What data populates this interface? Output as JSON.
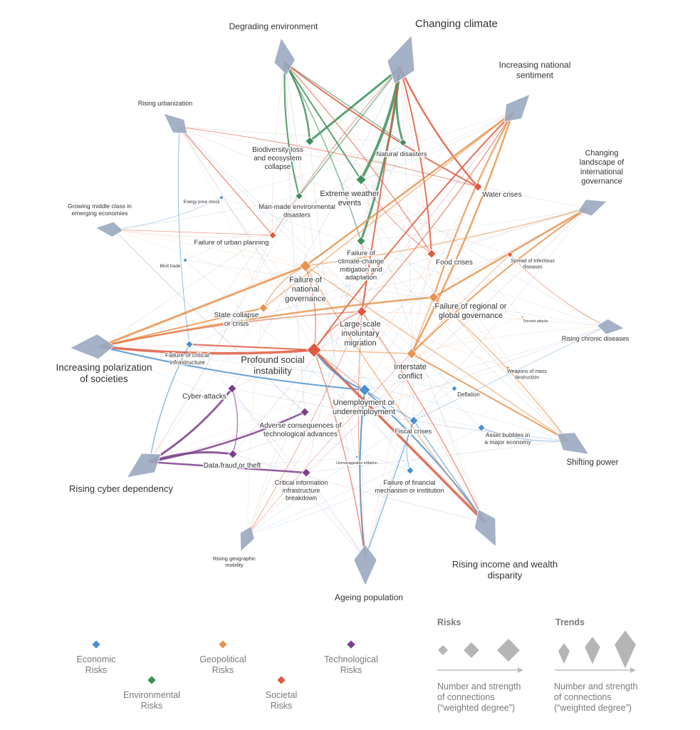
{
  "trends": [
    {
      "id": "T1",
      "label": "Changing climate",
      "size": 15
    },
    {
      "id": "T2",
      "label": "Degrading environment",
      "size": 11
    },
    {
      "id": "T3",
      "label": "Increasing national\nsentiment",
      "size": 11
    },
    {
      "id": "T4",
      "label": "Rising urbanization",
      "size": 9
    },
    {
      "id": "T5",
      "label": "Changing\nlandscape of\ninternational\ngovernance",
      "size": 9
    },
    {
      "id": "T6",
      "label": "Growing middle class in\nemerging economies",
      "size": 8
    },
    {
      "id": "T7",
      "label": "Rising chronic diseases",
      "size": 8
    },
    {
      "id": "T8",
      "label": "Increasing polarization\nof societies",
      "size": 13
    },
    {
      "id": "T9",
      "label": "Shifting power",
      "size": 11
    },
    {
      "id": "T10",
      "label": "Rising cyber dependency",
      "size": 12
    },
    {
      "id": "T11",
      "label": "Rising income and wealth\ndisparity",
      "size": 12
    },
    {
      "id": "T12",
      "label": "Rising geographic\nmobility",
      "size": 8
    },
    {
      "id": "T13",
      "label": "Ageing population",
      "size": 12
    }
  ],
  "risks": [
    {
      "id": "R1",
      "label": "Biodiversity loss\nand ecosystem\ncollapse",
      "cat": "env",
      "size": 6
    },
    {
      "id": "R2",
      "label": "Natural disasters",
      "cat": "env",
      "size": 5
    },
    {
      "id": "R3",
      "label": "Extreme weather\nevents",
      "cat": "env",
      "size": 7
    },
    {
      "id": "R4",
      "label": "Man-made environmental\ndisasters",
      "cat": "env",
      "size": 5
    },
    {
      "id": "R5",
      "label": "Failure of\nclimate-change\nmitigation and\nadaptation",
      "cat": "env",
      "size": 6
    },
    {
      "id": "R6",
      "label": "Water crises",
      "cat": "soc",
      "size": 6
    },
    {
      "id": "R7",
      "label": "Energy price shock",
      "cat": "eco",
      "size": 3
    },
    {
      "id": "R8",
      "label": "Failure of urban planning",
      "cat": "soc",
      "size": 5
    },
    {
      "id": "R9",
      "label": "Food crises",
      "cat": "soc",
      "size": 6
    },
    {
      "id": "R10",
      "label": "Spread of infectious\ndiseases",
      "cat": "soc",
      "size": 4
    },
    {
      "id": "R11",
      "label": "Illicit trade",
      "cat": "eco",
      "size": 3
    },
    {
      "id": "R12",
      "label": "Failure of\nnational\ngovernance",
      "cat": "geo",
      "size": 8
    },
    {
      "id": "R13",
      "label": "Failure of regional or\nglobal governance",
      "cat": "geo",
      "size": 7
    },
    {
      "id": "R14",
      "label": "State collapse\nor crisis",
      "cat": "geo",
      "size": 6
    },
    {
      "id": "R15",
      "label": "Large-scale\ninvoluntary\nmigration",
      "cat": "soc",
      "size": 7
    },
    {
      "id": "R16",
      "label": "Terrorist attacks",
      "cat": "geo",
      "size": 2
    },
    {
      "id": "R17",
      "label": "Failure of critical\ninfrastructure",
      "cat": "eco",
      "size": 5
    },
    {
      "id": "R18",
      "label": "Profound social\ninstability",
      "cat": "soc",
      "size": 10
    },
    {
      "id": "R19",
      "label": "Interstate\nconflict",
      "cat": "geo",
      "size": 7
    },
    {
      "id": "R20",
      "label": "Weapons of mass\ndestruction",
      "cat": "geo",
      "size": 3
    },
    {
      "id": "R21",
      "label": "Cyber-attacks",
      "cat": "tech",
      "size": 6
    },
    {
      "id": "R22",
      "label": "Deflation",
      "cat": "eco",
      "size": 4
    },
    {
      "id": "R23",
      "label": "Unemployment or\nunderemployment",
      "cat": "eco",
      "size": 8
    },
    {
      "id": "R24",
      "label": "Adverse consequences of\ntechnological advances",
      "cat": "tech",
      "size": 6
    },
    {
      "id": "R25",
      "label": "Fiscal crises",
      "cat": "eco",
      "size": 6
    },
    {
      "id": "R26",
      "label": "Asset bubbles in\na major economy",
      "cat": "eco",
      "size": 5
    },
    {
      "id": "R27",
      "label": "Data fraud or theft",
      "cat": "tech",
      "size": 6
    },
    {
      "id": "R28",
      "label": "Unmanageable inflation",
      "cat": "eco",
      "size": 2
    },
    {
      "id": "R29",
      "label": "Critical information\ninfrastructure\nbreakdown",
      "cat": "tech",
      "size": 6
    },
    {
      "id": "R30",
      "label": "Failure of financial\nmechanism or institution",
      "cat": "eco",
      "size": 5
    }
  ],
  "links": [
    {
      "from": "T1",
      "to": "R3",
      "cat": "env",
      "w": 4
    },
    {
      "from": "T1",
      "to": "R1",
      "cat": "env",
      "w": 3
    },
    {
      "from": "T1",
      "to": "R2",
      "cat": "env",
      "w": 3
    },
    {
      "from": "T1",
      "to": "R5",
      "cat": "env",
      "w": 3
    },
    {
      "from": "T1",
      "to": "R4",
      "cat": "env",
      "w": 1.5
    },
    {
      "from": "T1",
      "to": "R6",
      "cat": "soc",
      "w": 2.5
    },
    {
      "from": "T1",
      "to": "R9",
      "cat": "soc",
      "w": 2
    },
    {
      "from": "T1",
      "to": "R15",
      "cat": "soc",
      "w": 2
    },
    {
      "from": "T1",
      "to": "R8",
      "cat": "soc",
      "w": 1
    },
    {
      "from": "T2",
      "to": "R1",
      "cat": "env",
      "w": 2.5
    },
    {
      "from": "T2",
      "to": "R3",
      "cat": "env",
      "w": 2
    },
    {
      "from": "T2",
      "to": "R4",
      "cat": "env",
      "w": 2
    },
    {
      "from": "T2",
      "to": "R5",
      "cat": "env",
      "w": 1.5
    },
    {
      "from": "T2",
      "to": "R2",
      "cat": "env",
      "w": 1.5
    },
    {
      "from": "T2",
      "to": "R6",
      "cat": "soc",
      "w": 2
    },
    {
      "from": "T2",
      "to": "R9",
      "cat": "soc",
      "w": 1.5
    },
    {
      "from": "T3",
      "to": "R12",
      "cat": "geo",
      "w": 2.5
    },
    {
      "from": "T3",
      "to": "R13",
      "cat": "geo",
      "w": 2
    },
    {
      "from": "T3",
      "to": "R19",
      "cat": "geo",
      "w": 2.5
    },
    {
      "from": "T3",
      "to": "R14",
      "cat": "geo",
      "w": 1.5
    },
    {
      "from": "T3",
      "to": "R18",
      "cat": "soc",
      "w": 2
    },
    {
      "from": "T3",
      "to": "R15",
      "cat": "soc",
      "w": 1.5
    },
    {
      "from": "T5",
      "to": "R13",
      "cat": "geo",
      "w": 2.5
    },
    {
      "from": "T5",
      "to": "R19",
      "cat": "geo",
      "w": 2
    },
    {
      "from": "T5",
      "to": "R12",
      "cat": "geo",
      "w": 1.5
    },
    {
      "from": "T8",
      "to": "R12",
      "cat": "geo",
      "w": 3
    },
    {
      "from": "T8",
      "to": "R18",
      "cat": "soc",
      "w": 3.5
    },
    {
      "from": "T8",
      "to": "R13",
      "cat": "geo",
      "w": 2.5
    },
    {
      "from": "T8",
      "to": "R14",
      "cat": "geo",
      "w": 2
    },
    {
      "from": "T8",
      "to": "R23",
      "cat": "eco",
      "w": 2
    },
    {
      "from": "T8",
      "to": "R15",
      "cat": "soc",
      "w": 1.5
    },
    {
      "from": "T9",
      "to": "R19",
      "cat": "geo",
      "w": 2
    },
    {
      "from": "T9",
      "to": "R13",
      "cat": "geo",
      "w": 1.5
    },
    {
      "from": "T9",
      "to": "R26",
      "cat": "eco",
      "w": 1
    },
    {
      "from": "T9",
      "to": "R12",
      "cat": "geo",
      "w": 1.5
    },
    {
      "from": "T10",
      "to": "R21",
      "cat": "tech",
      "w": 3
    },
    {
      "from": "T10",
      "to": "R27",
      "cat": "tech",
      "w": 3
    },
    {
      "from": "T10",
      "to": "R29",
      "cat": "tech",
      "w": 2.5
    },
    {
      "from": "T10",
      "to": "R24",
      "cat": "tech",
      "w": 2.5
    },
    {
      "from": "T10",
      "to": "R17",
      "cat": "eco",
      "w": 1.5
    },
    {
      "from": "T11",
      "to": "R18",
      "cat": "soc",
      "w": 3.5
    },
    {
      "from": "T11",
      "to": "R23",
      "cat": "eco",
      "w": 2
    },
    {
      "from": "T11",
      "to": "R12",
      "cat": "geo",
      "w": 1.5
    },
    {
      "from": "T11",
      "to": "R25",
      "cat": "eco",
      "w": 1.5
    },
    {
      "from": "T11",
      "to": "R15",
      "cat": "soc",
      "w": 1.5
    },
    {
      "from": "T13",
      "to": "R23",
      "cat": "eco",
      "w": 2
    },
    {
      "from": "T13",
      "to": "R25",
      "cat": "eco",
      "w": 1.5
    },
    {
      "from": "T13",
      "to": "R18",
      "cat": "soc",
      "w": 1.5
    },
    {
      "from": "T13",
      "to": "R15",
      "cat": "soc",
      "w": 1
    },
    {
      "from": "T4",
      "to": "R8",
      "cat": "soc",
      "w": 1.5
    },
    {
      "from": "T4",
      "to": "R17",
      "cat": "eco",
      "w": 1
    },
    {
      "from": "T4",
      "to": "R6",
      "cat": "soc",
      "w": 1
    },
    {
      "from": "T6",
      "to": "R8",
      "cat": "soc",
      "w": 0.8
    },
    {
      "from": "T6",
      "to": "R7",
      "cat": "eco",
      "w": 0.6
    },
    {
      "from": "T7",
      "to": "R10",
      "cat": "soc",
      "w": 0.8
    },
    {
      "from": "T7",
      "to": "R25",
      "cat": "eco",
      "w": 0.6
    },
    {
      "from": "T12",
      "to": "R15",
      "cat": "soc",
      "w": 0.8
    },
    {
      "from": "T12",
      "to": "R10",
      "cat": "soc",
      "w": 0.6
    },
    {
      "from": "R18",
      "to": "R17",
      "cat": "soc",
      "w": 2
    },
    {
      "from": "R18",
      "to": "R23",
      "cat": "eco",
      "w": 2
    },
    {
      "from": "R18",
      "to": "R15",
      "cat": "soc",
      "w": 1.5
    },
    {
      "from": "R18",
      "to": "R19",
      "cat": "geo",
      "w": 1.5
    },
    {
      "from": "R12",
      "to": "R14",
      "cat": "geo",
      "w": 1.5
    },
    {
      "from": "R12",
      "to": "R18",
      "cat": "soc",
      "w": 1.5
    },
    {
      "from": "R13",
      "to": "R19",
      "cat": "geo",
      "w": 1.5
    },
    {
      "from": "R3",
      "to": "R9",
      "cat": "soc",
      "w": 1
    },
    {
      "from": "R5",
      "to": "R15",
      "cat": "soc",
      "w": 1
    },
    {
      "from": "R23",
      "to": "R25",
      "cat": "eco",
      "w": 1.5
    },
    {
      "from": "R25",
      "to": "R30",
      "cat": "eco",
      "w": 1
    },
    {
      "from": "R21",
      "to": "R27",
      "cat": "tech",
      "w": 1.5
    },
    {
      "from": "R23",
      "to": "R18",
      "cat": "soc",
      "w": 1
    }
  ],
  "legend": {
    "categories": [
      {
        "cat": "eco",
        "label": "Economic\nRisks"
      },
      {
        "cat": "env",
        "label": "Environmental\nRisks"
      },
      {
        "cat": "geo",
        "label": "Geopolitical\nRisks"
      },
      {
        "cat": "soc",
        "label": "Societal\nRisks"
      },
      {
        "cat": "tech",
        "label": "Technological\nRisks"
      }
    ],
    "risks_title": "Risks",
    "trends_title": "Trends",
    "scale_caption": "Number and strength\nof connections\n(“weighted degree”)"
  },
  "colors": {
    "eco": "#4a8fcf",
    "env": "#3f8f5c",
    "geo": "#e8944f",
    "soc": "#df5a40",
    "tech": "#7b3f8c",
    "trend": "#9aa8c0",
    "key_shape": "#b5b5b5",
    "arrow": "#bdbdbd"
  }
}
